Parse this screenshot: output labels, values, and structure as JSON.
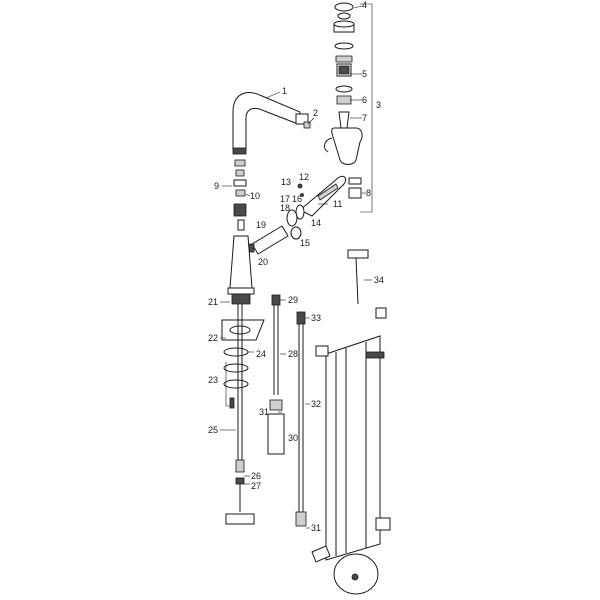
{
  "diagram": {
    "labels": {
      "l1": "1",
      "l2": "2",
      "l3": "3",
      "l4": "4",
      "l5": "5",
      "l6": "6",
      "l7": "7",
      "l8": "8",
      "l9": "9",
      "l10": "10",
      "l11": "11",
      "l12": "12",
      "l13": "13",
      "l14": "14",
      "l15": "15",
      "l16": "16",
      "l17": "17",
      "l18": "18",
      "l19": "19",
      "l20": "20",
      "l21": "21",
      "l22": "22",
      "l23": "23",
      "l24": "24",
      "l25": "25",
      "l26": "26",
      "l27": "27",
      "l28": "28",
      "l29": "29",
      "l30": "30",
      "l31a": "31",
      "l31b": "31",
      "l32": "32",
      "l33": "33",
      "l34": "34"
    }
  }
}
